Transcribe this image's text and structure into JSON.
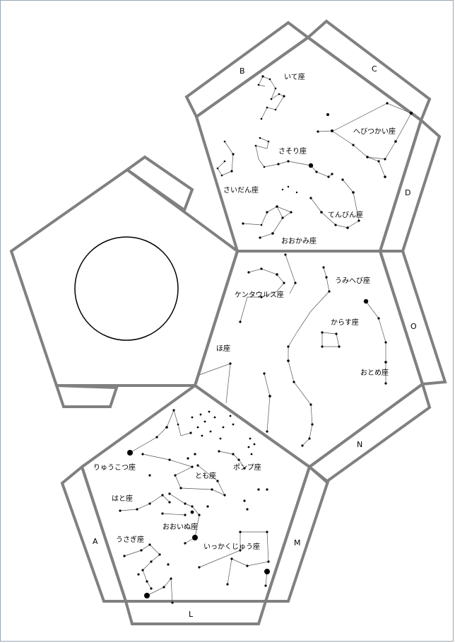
{
  "tabs": {
    "a": "A",
    "b": "B",
    "c": "C",
    "d": "D",
    "l": "L",
    "m": "M",
    "n": "N",
    "o": "O"
  },
  "constellations": {
    "ite": "いて座",
    "hebitsukai": "へびつかい座",
    "sasori": "さそり座",
    "saidan": "さいだん座",
    "tenbin": "てんびん座",
    "ookami": "おおかみ座",
    "umihebi": "うみへび座",
    "kentaurus": "ケンタウルス座",
    "karasu": "からす座",
    "otome": "おとめ座",
    "ho": "ほ座",
    "ryuukotsu": "りゅうこつ座",
    "tomo": "とも座",
    "ponpu": "ポンプ座",
    "hato": "はと座",
    "ooinu": "おおいぬ座",
    "usagi": "うさぎ座",
    "ikkakujuu": "いっかくじゅう座"
  },
  "colors": {
    "outline": "#808080",
    "lines": "#555555",
    "stars": "#000000",
    "frame": "#9aa6b4"
  }
}
